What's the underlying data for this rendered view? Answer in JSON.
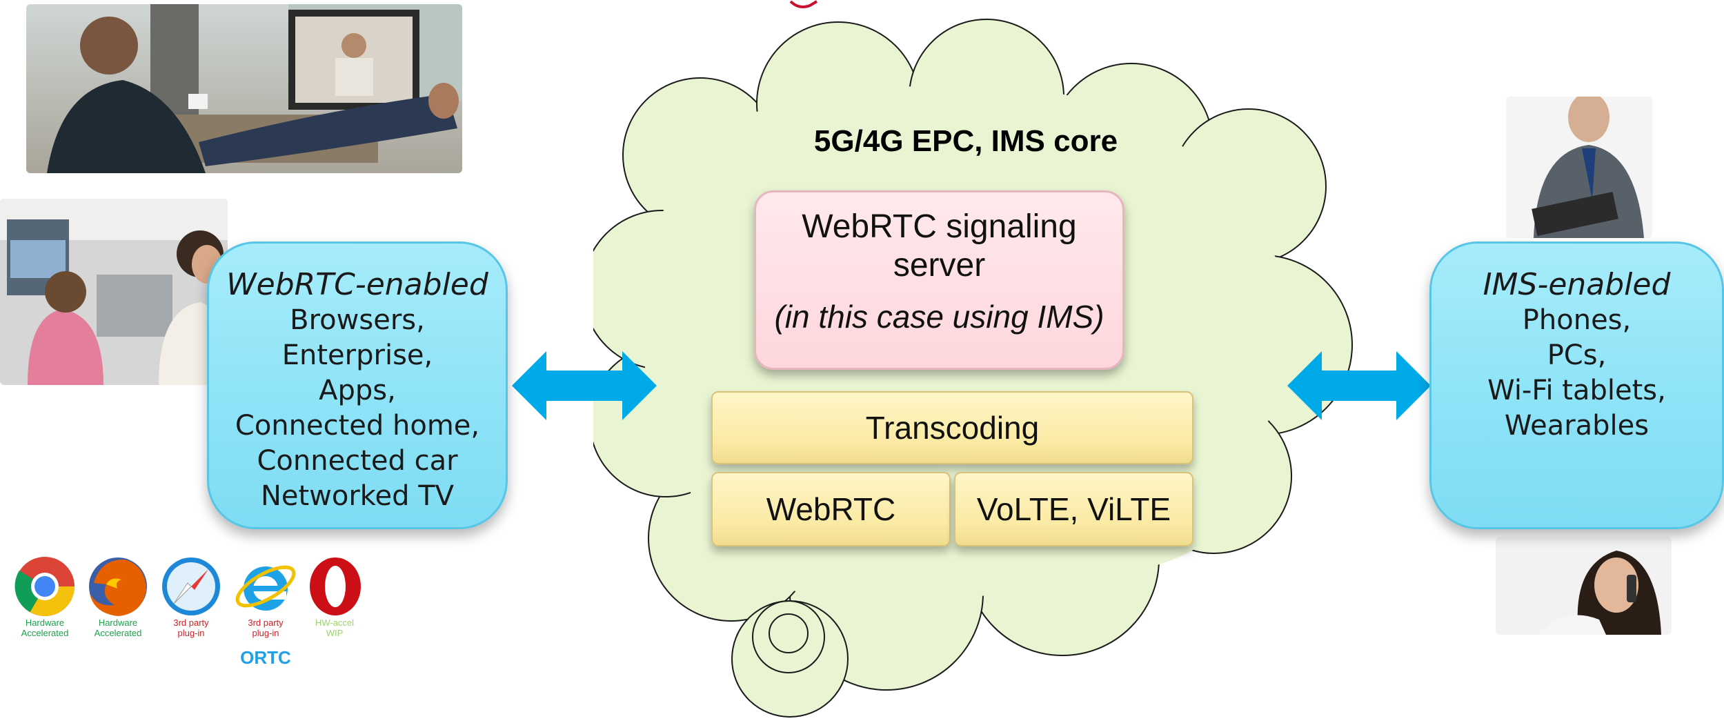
{
  "cloud": {
    "title": "5G/4G EPC, IMS core",
    "signaling": {
      "line1": "WebRTC signaling",
      "line2": "server",
      "line3": "(in this case using IMS)"
    },
    "transcoding": "Transcoding",
    "webrtc": "WebRTC",
    "volte": "VoLTE, ViLTE"
  },
  "left_box": {
    "title": "WebRTC-enabled",
    "items": [
      "Browsers,",
      "Enterprise,",
      "Apps,",
      "Connected home,",
      "Connected car",
      "Networked TV"
    ]
  },
  "right_box": {
    "title": "IMS-enabled",
    "items": [
      "Phones,",
      "PCs,",
      "Wi-Fi tablets,",
      "Wearables"
    ]
  },
  "browsers": [
    {
      "icon": "chrome-icon",
      "caption1": "Hardware",
      "caption2": "Accelerated",
      "color": "#1aa34a"
    },
    {
      "icon": "firefox-icon",
      "caption1": "Hardware",
      "caption2": "Accelerated",
      "color": "#1aa34a"
    },
    {
      "icon": "safari-icon",
      "caption1": "3rd party",
      "caption2": "plug-in",
      "color": "#d42027"
    },
    {
      "icon": "ie-icon",
      "caption1": "3rd party",
      "caption2": "plug-in",
      "color": "#d42027"
    },
    {
      "icon": "opera-icon",
      "caption1": "HW-accel",
      "caption2": "WIP",
      "color": "#9bd66c"
    }
  ],
  "ortc": "ORTC",
  "colors": {
    "arrow": "#00a9e8",
    "cloud_fill": "#e8f4d2",
    "blue_box": "#8ee3f7",
    "pink_box": "#fdd7dc",
    "yellow_box": "#fbeaa4"
  }
}
